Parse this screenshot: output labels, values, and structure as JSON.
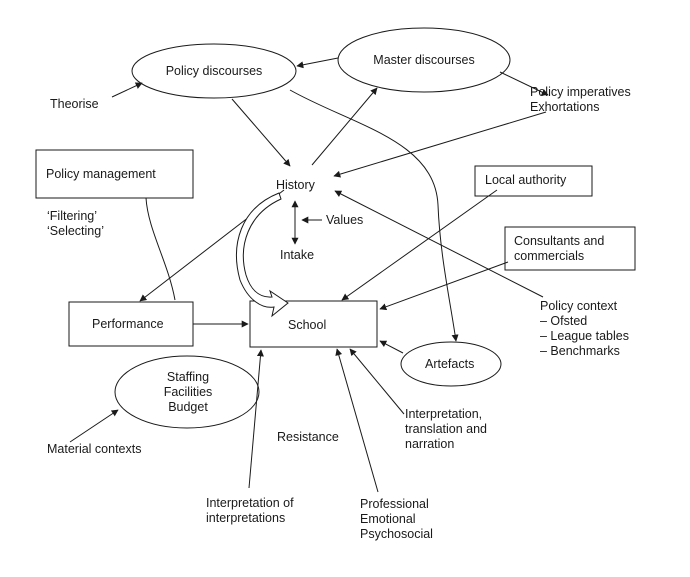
{
  "nodes": {
    "policy_discourses": "Policy discourses",
    "master_discourses": "Master discourses",
    "theorise": "Theorise",
    "policy_imperatives": "Policy imperatives\nExhortations",
    "policy_management": "Policy management",
    "filtering_selecting": "‘Filtering’\n‘Selecting’",
    "history": "History",
    "values": "Values",
    "intake": "Intake",
    "local_authority": "Local authority",
    "consultants": "Consultants and\ncommercials",
    "performance": "Performance",
    "school": "School",
    "policy_context": "Policy context\n– Ofsted\n– League tables\n– Benchmarks",
    "artefacts": "Artefacts",
    "staffing": "Staffing\nFacilities\nBudget",
    "material_contexts": "Material contexts",
    "resistance": "Resistance",
    "interpretation_translation": "Interpretation,\ntranslation and\nnarration",
    "interpretation_of_interpretations": "Interpretation of\ninterpretations",
    "professional": "Professional\nEmotional\nPsychosocial"
  },
  "colors": {
    "ink": "#1a1a1a",
    "background": "#ffffff"
  }
}
